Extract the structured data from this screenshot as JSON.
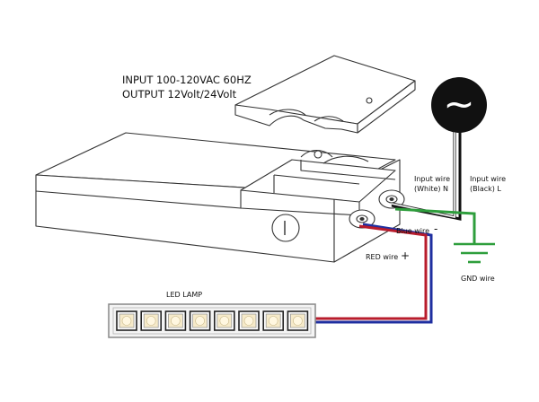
{
  "spec": {
    "input": "INPUT 100-120VAC 60HZ",
    "output": "OUTPUT 12Volt/24Volt"
  },
  "ac_source": {
    "glyph": "~",
    "icon": "ac-power-source-icon"
  },
  "labels": {
    "input_white_l1": "Input wire",
    "input_white_l2": "(White) N",
    "input_black_l1": "Input wire",
    "input_black_l2": "(Black) L",
    "blue_wire": "Blue wire",
    "blue_sign": "-",
    "red_wire": "RED wire",
    "red_sign": "+",
    "gnd_wire": "GND wire",
    "led_lamp": "LED LAMP"
  },
  "led_strip": {
    "led_count": 8
  },
  "colors": {
    "red_wire": "#b81c2c",
    "blue_wire": "#1f2fa0",
    "green_wire": "#2e9e3c",
    "black_wire": "#111111",
    "white_wire": "#ffffff",
    "led_glow": "#f6eac9"
  }
}
